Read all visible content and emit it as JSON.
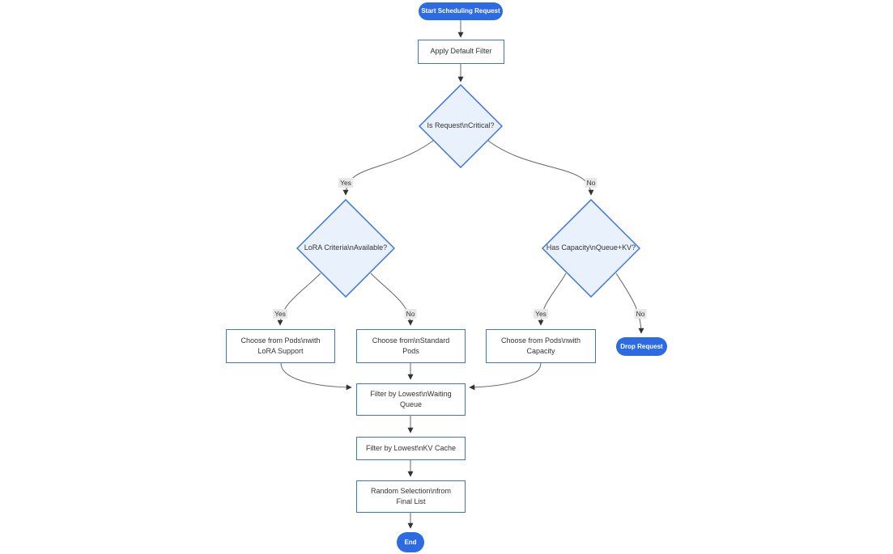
{
  "diagram": {
    "type": "flowchart",
    "nodes": {
      "start": {
        "shape": "pill",
        "lines": [
          "Start Scheduling Request"
        ]
      },
      "apply_filter": {
        "shape": "rect",
        "lines": [
          "Apply Default Filter"
        ]
      },
      "is_critical": {
        "shape": "diamond",
        "lines": [
          "Is Request\\nCritical?"
        ]
      },
      "lora_criteria": {
        "shape": "diamond",
        "lines": [
          "LoRA Criteria\\nAvailable?"
        ]
      },
      "has_capacity": {
        "shape": "diamond",
        "lines": [
          "Has Capacity\\nQueue+KV?"
        ]
      },
      "choose_lora": {
        "shape": "rect",
        "lines": [
          "Choose from Pods\\nwith",
          "LoRA Support"
        ]
      },
      "choose_standard": {
        "shape": "rect",
        "lines": [
          "Choose from\\nStandard",
          "Pods"
        ]
      },
      "choose_capacity": {
        "shape": "rect",
        "lines": [
          "Choose from Pods\\nwith",
          "Capacity"
        ]
      },
      "drop_request": {
        "shape": "pill",
        "lines": [
          "Drop Request"
        ]
      },
      "filter_queue": {
        "shape": "rect",
        "lines": [
          "Filter by Lowest\\nWaiting",
          "Queue"
        ]
      },
      "filter_kv": {
        "shape": "rect",
        "lines": [
          "Filter by Lowest\\nKV Cache"
        ]
      },
      "random_selection": {
        "shape": "rect",
        "lines": [
          "Random Selection\\nfrom",
          "Final List"
        ]
      },
      "end": {
        "shape": "pill",
        "lines": [
          "End"
        ]
      }
    },
    "edge_labels": {
      "critical_yes": "Yes",
      "critical_no": "No",
      "lora_yes": "Yes",
      "lora_no": "No",
      "capacity_yes": "Yes",
      "capacity_no": "No"
    },
    "colors": {
      "accent": "#2d6be4",
      "node_border": "#3d73e6",
      "decision_fill": "#e9f2fc",
      "node_fill": "#ffffff",
      "edge_line": "#666666",
      "arrowhead": "#333333",
      "text": "#333333",
      "edge_label_bg": "#e8e8e8",
      "pill_text": "#ffffff"
    }
  }
}
